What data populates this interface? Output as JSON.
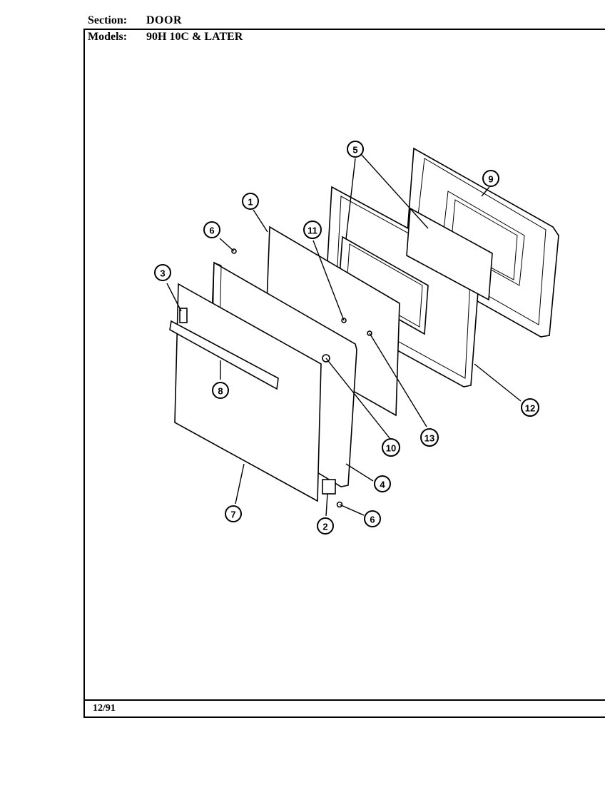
{
  "header": {
    "section_label": "Section:",
    "section_value": "DOOR",
    "models_label": "Models:",
    "models_value": "90H 10C & LATER"
  },
  "footer": {
    "date": "12/91"
  },
  "callouts": [
    "1",
    "2",
    "3",
    "4",
    "5",
    "6",
    "6",
    "7",
    "8",
    "9",
    "10",
    "11",
    "12",
    "13"
  ]
}
